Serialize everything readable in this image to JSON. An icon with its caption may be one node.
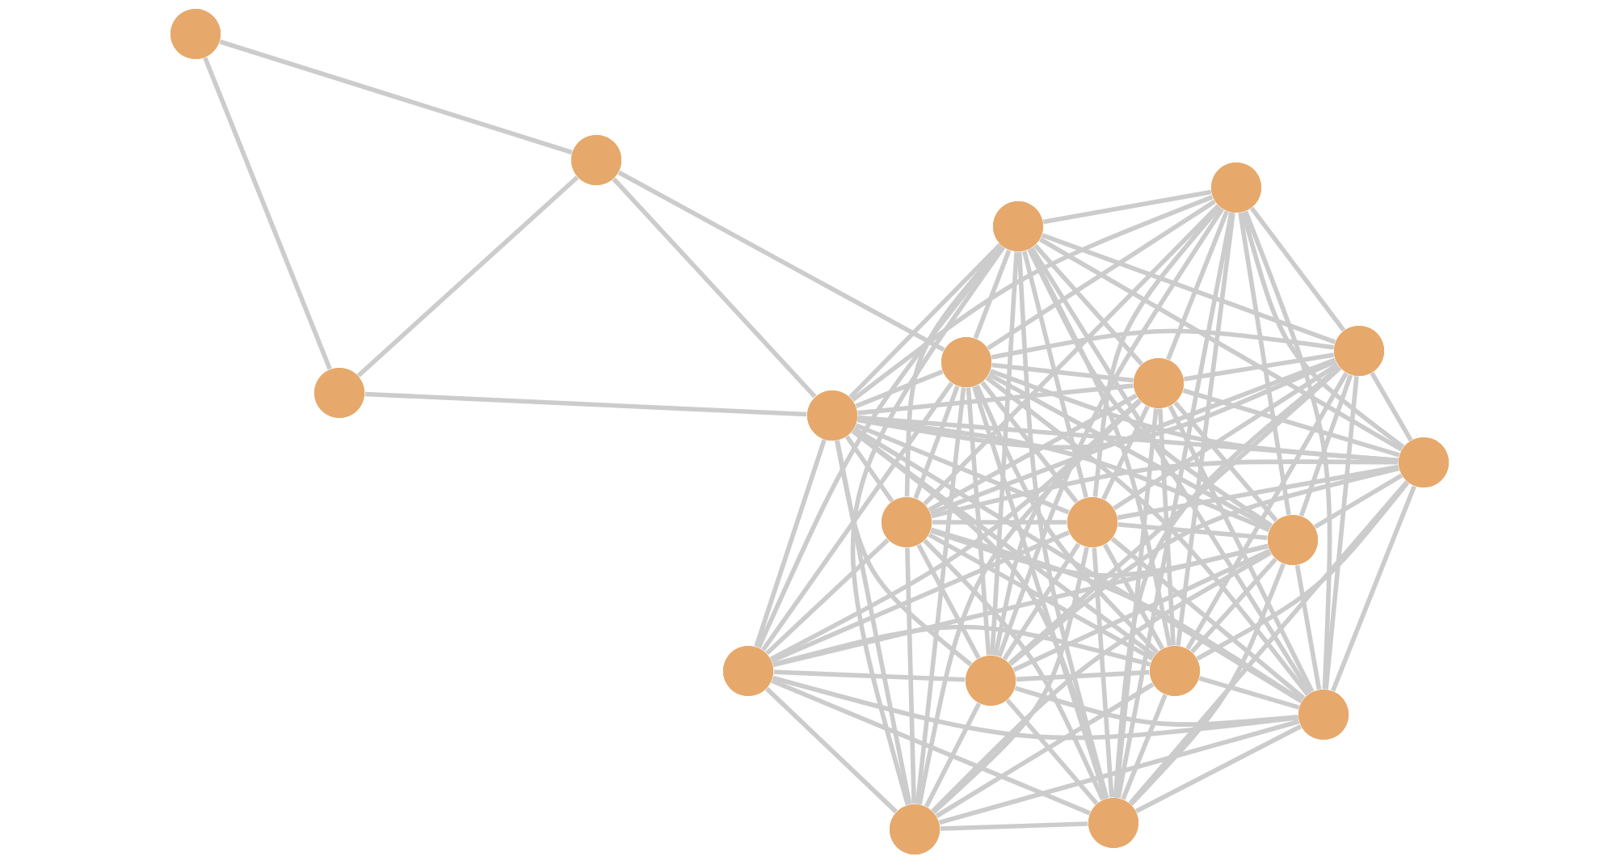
{
  "diagram": {
    "nodes": [
      {
        "text": [],
        "shape": "circle"
      },
      {
        "text": [],
        "shape": "circle"
      },
      {
        "text": [],
        "shape": "circle"
      },
      {
        "text": [],
        "shape": "circle"
      },
      {
        "text": [],
        "shape": "circle"
      },
      {
        "text": [],
        "shape": "circle"
      },
      {
        "text": [],
        "shape": "circle"
      },
      {
        "text": [],
        "shape": "circle"
      },
      {
        "text": [],
        "shape": "circle"
      },
      {
        "text": [],
        "shape": "circle"
      },
      {
        "text": [],
        "shape": "circle"
      },
      {
        "text": [],
        "shape": "circle"
      },
      {
        "text": [],
        "shape": "circle"
      },
      {
        "text": [],
        "shape": "circle"
      },
      {
        "text": [],
        "shape": "circle"
      },
      {
        "text": [],
        "shape": "circle"
      },
      {
        "text": [],
        "shape": "circle"
      },
      {
        "text": [],
        "shape": "circle"
      },
      {
        "text": [],
        "shape": "circle"
      }
    ],
    "edges": [
      {
        "from": 0,
        "to": 1,
        "arrow": "none"
      },
      {
        "from": 0,
        "to": 2,
        "arrow": "none"
      },
      {
        "from": 1,
        "to": 2,
        "arrow": "none"
      },
      {
        "from": 1,
        "to": 5,
        "arrow": "none"
      },
      {
        "from": 1,
        "to": 8,
        "arrow": "none"
      },
      {
        "from": 2,
        "to": 8,
        "arrow": "none"
      },
      {
        "from": 3,
        "to": 4,
        "arrow": "none"
      },
      {
        "from": 3,
        "to": 5,
        "arrow": "none"
      },
      {
        "from": 3,
        "to": 6,
        "arrow": "none"
      },
      {
        "from": 3,
        "to": 7,
        "arrow": "none"
      },
      {
        "from": 3,
        "to": 8,
        "arrow": "none"
      },
      {
        "from": 3,
        "to": 9,
        "arrow": "none"
      },
      {
        "from": 3,
        "to": 10,
        "arrow": "none"
      },
      {
        "from": 3,
        "to": 11,
        "arrow": "none"
      },
      {
        "from": 3,
        "to": 12,
        "arrow": "none"
      },
      {
        "from": 3,
        "to": 13,
        "arrow": "none"
      },
      {
        "from": 3,
        "to": 14,
        "arrow": "none"
      },
      {
        "from": 3,
        "to": 15,
        "arrow": "none"
      },
      {
        "from": 3,
        "to": 16,
        "arrow": "none"
      },
      {
        "from": 3,
        "to": 17,
        "arrow": "none"
      },
      {
        "from": 3,
        "to": 18,
        "arrow": "none"
      },
      {
        "from": 4,
        "to": 5,
        "arrow": "none"
      },
      {
        "from": 4,
        "to": 6,
        "arrow": "none"
      },
      {
        "from": 4,
        "to": 7,
        "arrow": "none"
      },
      {
        "from": 4,
        "to": 8,
        "arrow": "none"
      },
      {
        "from": 4,
        "to": 9,
        "arrow": "none"
      },
      {
        "from": 4,
        "to": 10,
        "arrow": "none"
      },
      {
        "from": 4,
        "to": 11,
        "arrow": "none"
      },
      {
        "from": 4,
        "to": 12,
        "arrow": "none"
      },
      {
        "from": 4,
        "to": 14,
        "arrow": "none"
      },
      {
        "from": 4,
        "to": 15,
        "arrow": "none"
      },
      {
        "from": 4,
        "to": 16,
        "arrow": "none"
      },
      {
        "from": 4,
        "to": 18,
        "arrow": "none"
      },
      {
        "from": 5,
        "to": 6,
        "arrow": "none"
      },
      {
        "from": 5,
        "to": 7,
        "arrow": "none"
      },
      {
        "from": 5,
        "to": 8,
        "arrow": "none"
      },
      {
        "from": 5,
        "to": 9,
        "arrow": "none"
      },
      {
        "from": 5,
        "to": 10,
        "arrow": "none"
      },
      {
        "from": 5,
        "to": 11,
        "arrow": "none"
      },
      {
        "from": 5,
        "to": 12,
        "arrow": "none"
      },
      {
        "from": 5,
        "to": 13,
        "arrow": "none"
      },
      {
        "from": 5,
        "to": 14,
        "arrow": "none"
      },
      {
        "from": 5,
        "to": 15,
        "arrow": "none"
      },
      {
        "from": 5,
        "to": 16,
        "arrow": "none"
      },
      {
        "from": 5,
        "to": 17,
        "arrow": "none"
      },
      {
        "from": 5,
        "to": 18,
        "arrow": "none"
      },
      {
        "from": 6,
        "to": 7,
        "arrow": "none"
      },
      {
        "from": 6,
        "to": 8,
        "arrow": "none"
      },
      {
        "from": 6,
        "to": 9,
        "arrow": "none"
      },
      {
        "from": 6,
        "to": 10,
        "arrow": "none"
      },
      {
        "from": 6,
        "to": 11,
        "arrow": "none"
      },
      {
        "from": 6,
        "to": 12,
        "arrow": "none"
      },
      {
        "from": 6,
        "to": 13,
        "arrow": "none"
      },
      {
        "from": 6,
        "to": 14,
        "arrow": "none"
      },
      {
        "from": 6,
        "to": 15,
        "arrow": "none"
      },
      {
        "from": 6,
        "to": 16,
        "arrow": "none"
      },
      {
        "from": 6,
        "to": 17,
        "arrow": "none"
      },
      {
        "from": 6,
        "to": 18,
        "arrow": "none"
      },
      {
        "from": 7,
        "to": 8,
        "arrow": "none"
      },
      {
        "from": 7,
        "to": 9,
        "arrow": "none"
      },
      {
        "from": 7,
        "to": 10,
        "arrow": "none"
      },
      {
        "from": 7,
        "to": 11,
        "arrow": "none"
      },
      {
        "from": 7,
        "to": 12,
        "arrow": "none"
      },
      {
        "from": 7,
        "to": 14,
        "arrow": "none"
      },
      {
        "from": 7,
        "to": 15,
        "arrow": "none"
      },
      {
        "from": 7,
        "to": 16,
        "arrow": "none"
      },
      {
        "from": 7,
        "to": 18,
        "arrow": "none"
      },
      {
        "from": 8,
        "to": 9,
        "arrow": "none"
      },
      {
        "from": 8,
        "to": 10,
        "arrow": "none"
      },
      {
        "from": 8,
        "to": 11,
        "arrow": "none"
      },
      {
        "from": 8,
        "to": 12,
        "arrow": "none"
      },
      {
        "from": 8,
        "to": 13,
        "arrow": "none"
      },
      {
        "from": 8,
        "to": 14,
        "arrow": "none"
      },
      {
        "from": 8,
        "to": 15,
        "arrow": "none"
      },
      {
        "from": 8,
        "to": 16,
        "arrow": "none"
      },
      {
        "from": 8,
        "to": 17,
        "arrow": "none"
      },
      {
        "from": 8,
        "to": 18,
        "arrow": "none"
      },
      {
        "from": 9,
        "to": 10,
        "arrow": "none"
      },
      {
        "from": 9,
        "to": 11,
        "arrow": "none"
      },
      {
        "from": 9,
        "to": 12,
        "arrow": "none"
      },
      {
        "from": 9,
        "to": 14,
        "arrow": "none"
      },
      {
        "from": 9,
        "to": 15,
        "arrow": "none"
      },
      {
        "from": 9,
        "to": 16,
        "arrow": "none"
      },
      {
        "from": 9,
        "to": 18,
        "arrow": "none"
      },
      {
        "from": 10,
        "to": 11,
        "arrow": "none"
      },
      {
        "from": 10,
        "to": 12,
        "arrow": "none"
      },
      {
        "from": 10,
        "to": 13,
        "arrow": "none"
      },
      {
        "from": 10,
        "to": 14,
        "arrow": "none"
      },
      {
        "from": 10,
        "to": 15,
        "arrow": "none"
      },
      {
        "from": 10,
        "to": 16,
        "arrow": "none"
      },
      {
        "from": 10,
        "to": 17,
        "arrow": "none"
      },
      {
        "from": 10,
        "to": 18,
        "arrow": "none"
      },
      {
        "from": 11,
        "to": 12,
        "arrow": "none"
      },
      {
        "from": 11,
        "to": 13,
        "arrow": "none"
      },
      {
        "from": 11,
        "to": 14,
        "arrow": "none"
      },
      {
        "from": 11,
        "to": 15,
        "arrow": "none"
      },
      {
        "from": 11,
        "to": 16,
        "arrow": "none"
      },
      {
        "from": 11,
        "to": 17,
        "arrow": "none"
      },
      {
        "from": 11,
        "to": 18,
        "arrow": "none"
      },
      {
        "from": 12,
        "to": 13,
        "arrow": "none"
      },
      {
        "from": 12,
        "to": 14,
        "arrow": "none"
      },
      {
        "from": 12,
        "to": 15,
        "arrow": "none"
      },
      {
        "from": 12,
        "to": 16,
        "arrow": "none"
      },
      {
        "from": 12,
        "to": 17,
        "arrow": "none"
      },
      {
        "from": 12,
        "to": 18,
        "arrow": "none"
      },
      {
        "from": 13,
        "to": 14,
        "arrow": "none"
      },
      {
        "from": 13,
        "to": 15,
        "arrow": "none"
      },
      {
        "from": 13,
        "to": 16,
        "arrow": "none"
      },
      {
        "from": 13,
        "to": 17,
        "arrow": "none"
      },
      {
        "from": 13,
        "to": 18,
        "arrow": "none"
      },
      {
        "from": 14,
        "to": 15,
        "arrow": "none"
      },
      {
        "from": 14,
        "to": 16,
        "arrow": "none"
      },
      {
        "from": 14,
        "to": 17,
        "arrow": "none"
      },
      {
        "from": 14,
        "to": 18,
        "arrow": "none"
      },
      {
        "from": 15,
        "to": 16,
        "arrow": "none"
      },
      {
        "from": 15,
        "to": 17,
        "arrow": "none"
      },
      {
        "from": 15,
        "to": 18,
        "arrow": "none"
      },
      {
        "from": 16,
        "to": 17,
        "arrow": "none"
      },
      {
        "from": 16,
        "to": 18,
        "arrow": "none"
      },
      {
        "from": 17,
        "to": 18,
        "arrow": "none"
      }
    ]
  }
}
